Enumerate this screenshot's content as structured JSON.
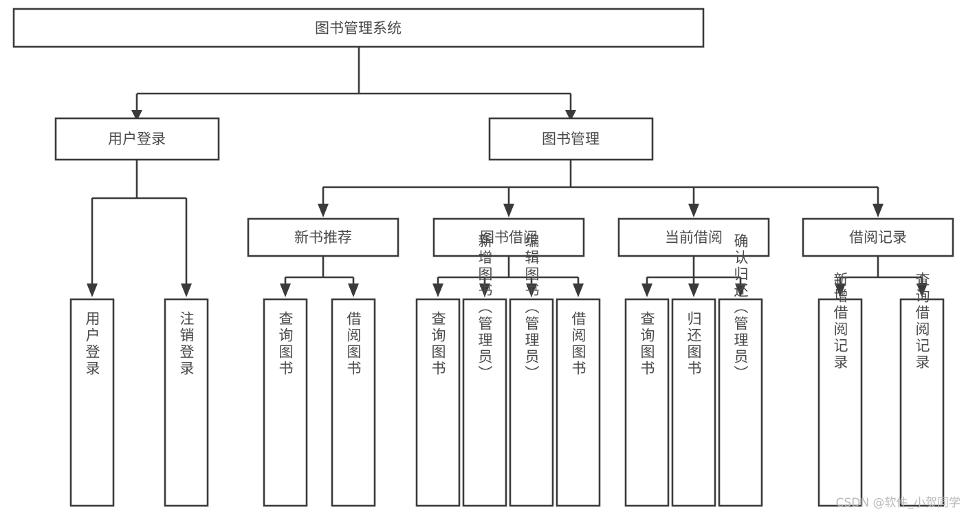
{
  "diagram": {
    "title": "图书管理系统",
    "type": "hierarchy-tree",
    "watermark": "CSDN @软件_小贺同学",
    "colors": {
      "stroke": "#3a3a3a",
      "box_fill": "#ffffff",
      "text": "#4a4a4a",
      "background": "#ffffff",
      "watermark": "#b9b9b9"
    },
    "nodes": {
      "root": {
        "label": "图书管理系统",
        "orientation": "horizontal"
      },
      "level2": [
        {
          "label": "用户登录",
          "orientation": "horizontal"
        },
        {
          "label": "图书管理",
          "orientation": "horizontal"
        }
      ],
      "level3": [
        {
          "label": "新书推荐",
          "orientation": "horizontal"
        },
        {
          "label": "图书借阅",
          "orientation": "horizontal"
        },
        {
          "label": "当前借阅",
          "orientation": "horizontal"
        },
        {
          "label": "借阅记录",
          "orientation": "horizontal"
        }
      ],
      "leaves": {
        "user_login": [
          {
            "label": "用户登录",
            "orientation": "vertical"
          },
          {
            "label": "注销登录",
            "orientation": "vertical"
          }
        ],
        "new_book_recommend": [
          {
            "label": "查询图书",
            "orientation": "vertical"
          },
          {
            "label": "借阅图书",
            "orientation": "vertical"
          }
        ],
        "book_borrow": [
          {
            "label": "查询图书",
            "orientation": "vertical"
          },
          {
            "label": "新增图书（管理员）",
            "orientation": "vertical"
          },
          {
            "label": "编辑图书（管理员）",
            "orientation": "vertical"
          },
          {
            "label": "借阅图书",
            "orientation": "vertical"
          }
        ],
        "current_borrow": [
          {
            "label": "查询图书",
            "orientation": "vertical"
          },
          {
            "label": "归还图书",
            "orientation": "vertical"
          },
          {
            "label": "确认归还（管理员）",
            "orientation": "vertical"
          }
        ],
        "borrow_record": [
          {
            "label": "新增借阅记录",
            "orientation": "vertical"
          },
          {
            "label": "查询借阅记录",
            "orientation": "vertical"
          }
        ]
      }
    }
  }
}
